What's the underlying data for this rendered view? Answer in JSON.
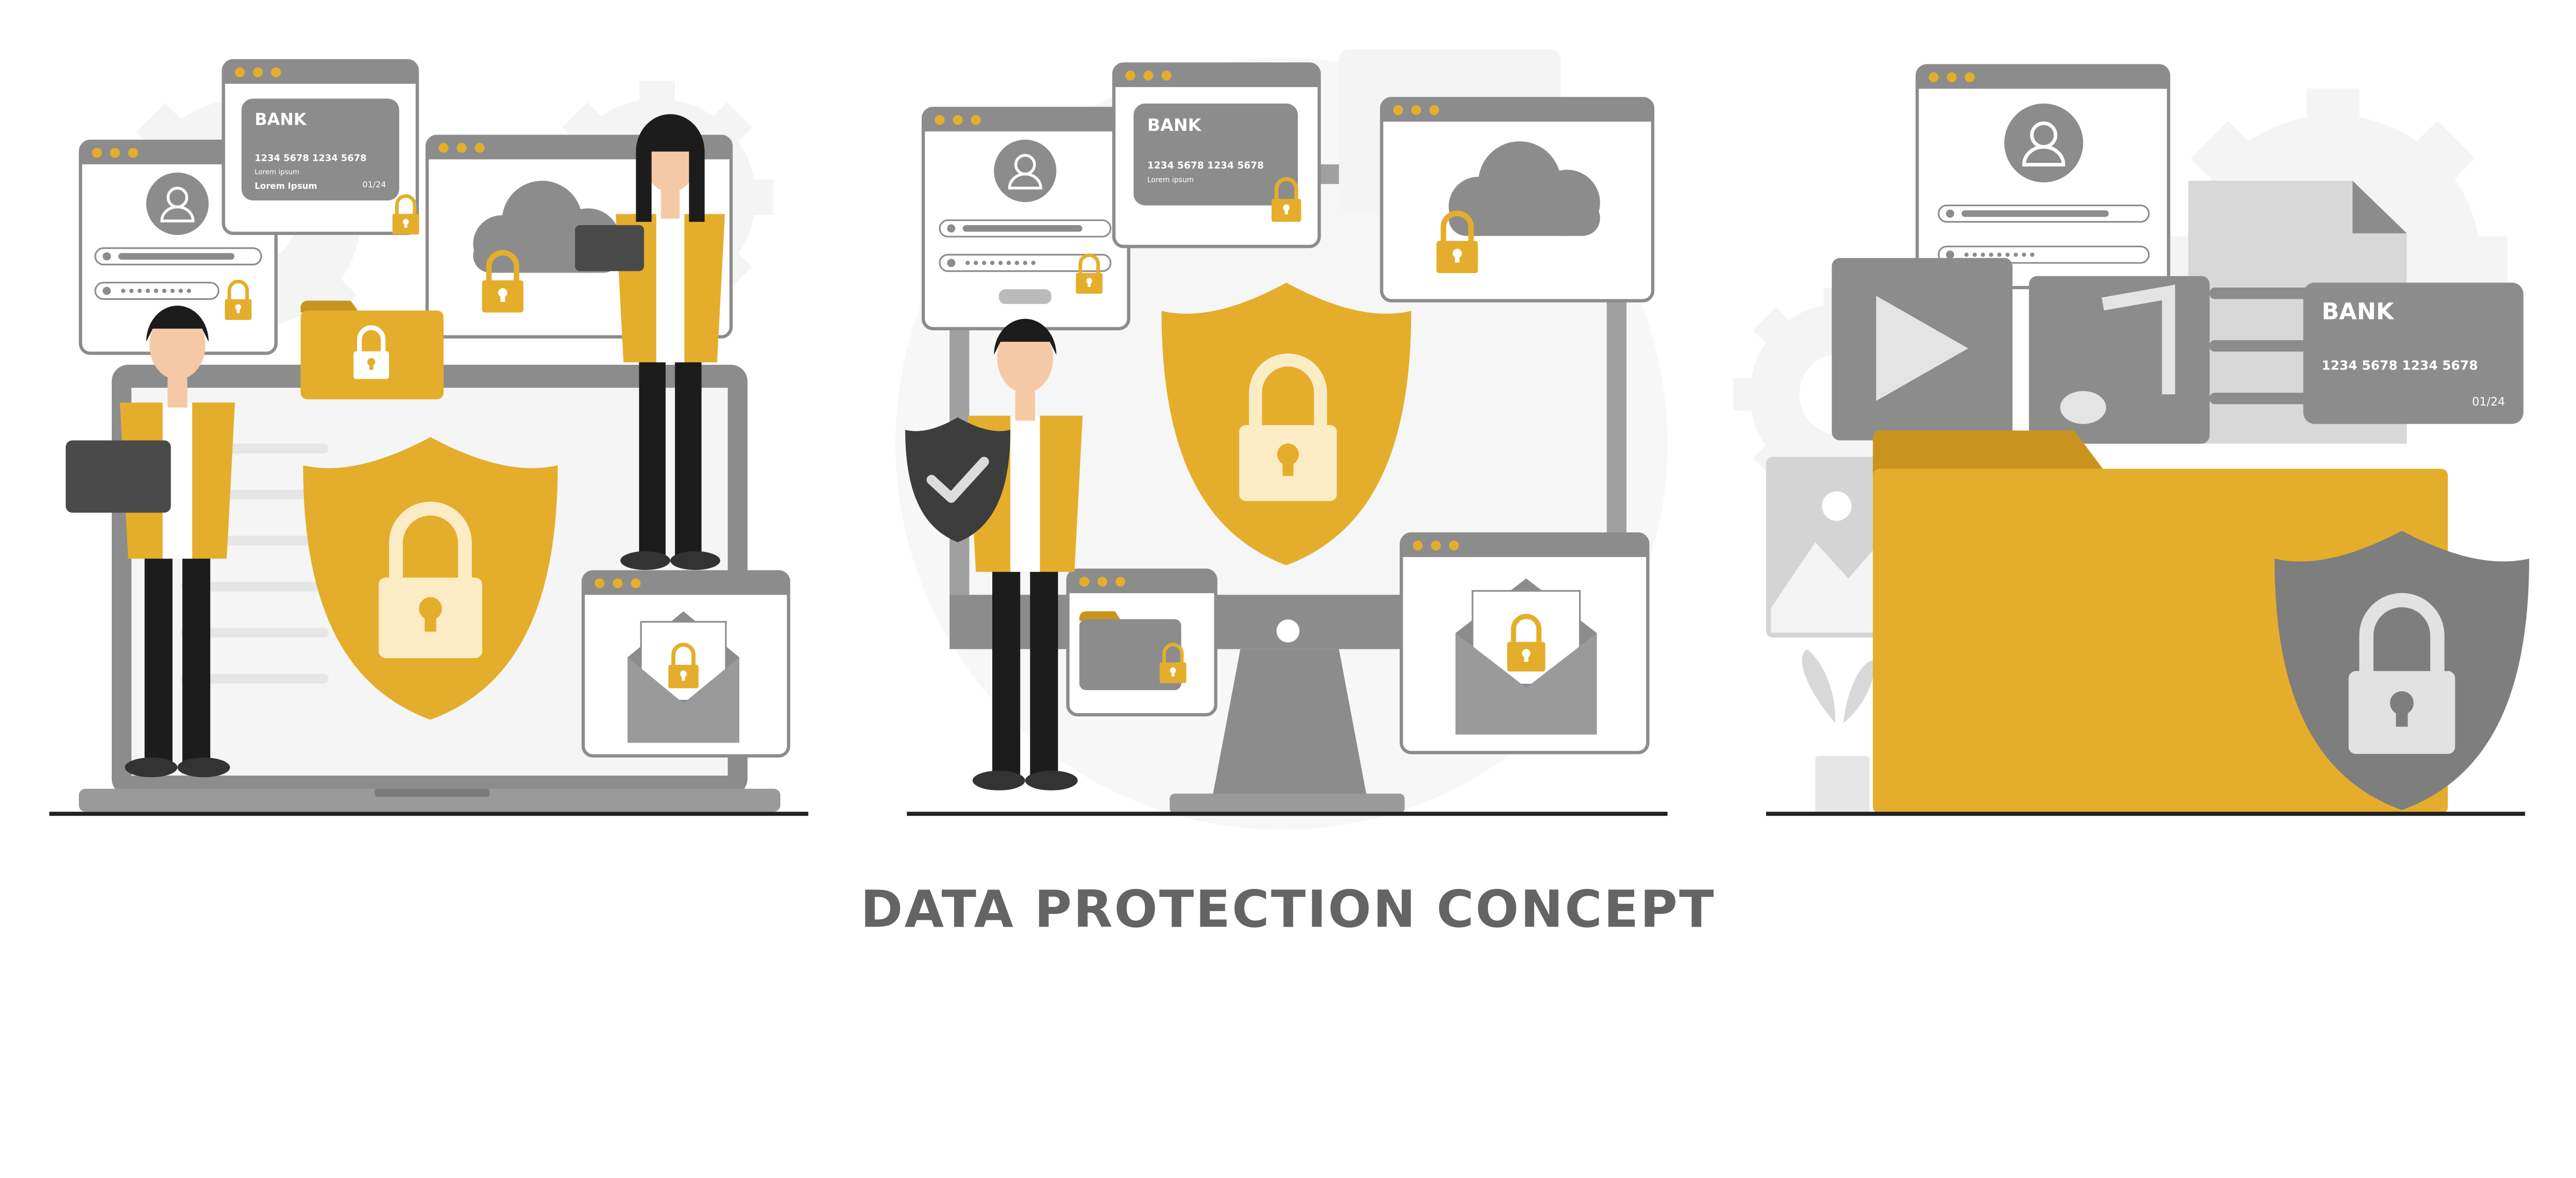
{
  "title": "DATA PROTECTION CONCEPT",
  "colors": {
    "accent_yellow": "#e4ae2c",
    "neutral_gray": "#8c8c8c",
    "light_gray": "#f2f2f2",
    "dark_gray": "#3d3d3d",
    "title_gray": "#646464"
  },
  "scenes": [
    {
      "bank_card": {
        "bank": "BANK",
        "number": "1234 5678 1234 5678",
        "line1": "Lorem ipsum",
        "line2": "Lorem Ipsum",
        "expiry": "01/24"
      }
    },
    {
      "bank_card": {
        "bank": "BANK",
        "number": "1234 5678 1234 5678",
        "line1": "Lorem ipsum"
      }
    },
    {
      "bank_card": {
        "bank": "BANK",
        "number": "1234 5678 1234 5678",
        "expiry": "01/24"
      }
    }
  ],
  "icons": [
    "shield-lock-icon",
    "cloud-lock-icon",
    "folder-lock-icon",
    "envelope-lock-icon",
    "user-avatar-icon",
    "play-icon",
    "music-note-icon",
    "image-icon",
    "document-icon",
    "checkmark-shield-icon",
    "gear-icon",
    "plant-icon"
  ]
}
